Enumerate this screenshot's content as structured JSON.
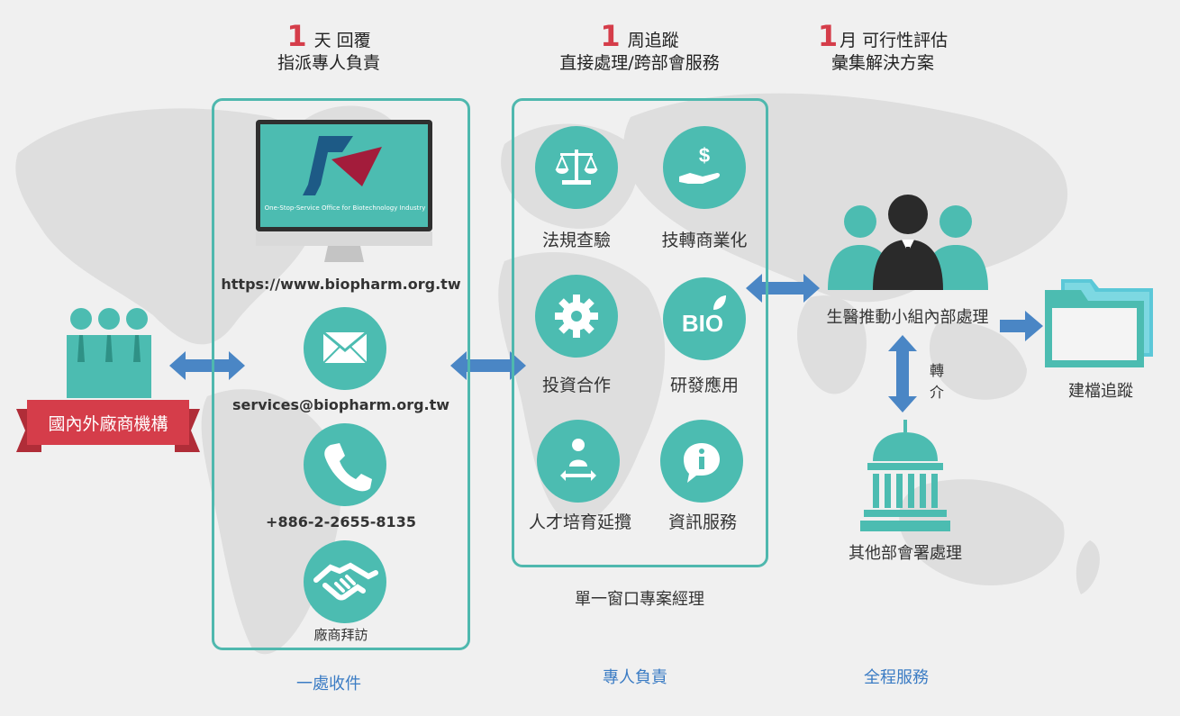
{
  "headers": {
    "col1": {
      "num": "1",
      "unit": "天 回覆",
      "sub": "指派專人負責"
    },
    "col2": {
      "num": "1",
      "unit": "周追蹤",
      "sub": "直接處理/跨部會服務"
    },
    "col3": {
      "num": "1",
      "unit": "月 可行性評估",
      "sub": "彙集解決方案"
    }
  },
  "left": {
    "banner": "國內外廠商機構"
  },
  "contact": {
    "monitor_caption": "One-Stop-Service Office for Biotechnology Industry",
    "website": "https://www.biopharm.org.tw",
    "email": "services@biopharm.org.tw",
    "phone": "+886-2-2655-8135",
    "visit": "廠商拜訪"
  },
  "services": [
    {
      "label": "法規查驗",
      "icon": "scale-icon"
    },
    {
      "label": "技轉商業化",
      "icon": "money-hand-icon"
    },
    {
      "label": "投資合作",
      "icon": "gear-icon"
    },
    {
      "label": "研發應用",
      "icon": "bio-icon"
    },
    {
      "label": "人才培育延攬",
      "icon": "person-arrows-icon"
    },
    {
      "label": "資訊服務",
      "icon": "info-icon"
    }
  ],
  "pm_label": "單一窗口專案經理",
  "right": {
    "team": "生醫推動小組內部處理",
    "transfer_1": "轉",
    "transfer_2": "介",
    "other": "其他部會署處理",
    "archive": "建檔追蹤"
  },
  "footer": {
    "col1": "一處收件",
    "col2": "專人負責",
    "col3": "全程服務"
  },
  "colors": {
    "teal": "#4cbcb1",
    "red": "#d53d4a",
    "blue": "#3b7cc4",
    "arrow": "#4a86c5",
    "dark": "#2a2a2a"
  }
}
